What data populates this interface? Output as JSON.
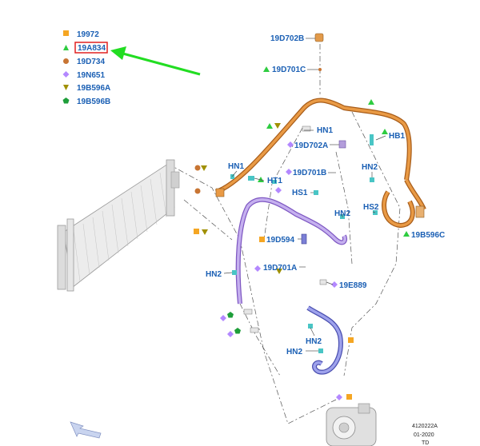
{
  "legend": [
    {
      "code": "19972",
      "shape": "square",
      "color": "#f5a623"
    },
    {
      "code": "19A834",
      "shape": "triangle",
      "color": "#2ecc40",
      "highlighted": true
    },
    {
      "code": "19D734",
      "shape": "circle",
      "color": "#c87533"
    },
    {
      "code": "19N651",
      "shape": "diamond",
      "color": "#b388ff"
    },
    {
      "code": "19B596A",
      "shape": "triangle-down",
      "color": "#a09000"
    },
    {
      "code": "19B596B",
      "shape": "pentagon",
      "color": "#1e9e3a"
    }
  ],
  "callouts": {
    "c19D702B": "19D702B",
    "c19D701C": "19D701C",
    "cHN1_top": "HN1",
    "cHB1": "HB1",
    "c19D702A": "19D702A",
    "cHN1_left": "HN1",
    "cHT1": "HT1",
    "c19D701B": "19D701B",
    "cHN2_right": "HN2",
    "cHS1": "HS1",
    "cHN2_mid": "HN2",
    "cHS2": "HS2",
    "c19B596C": "19B596C",
    "c19D594": "19D594",
    "c19D701A": "19D701A",
    "cHN2_left": "HN2",
    "c19E889": "19E889",
    "cHN2_low": "HN2",
    "cHN2_bottom": "HN2"
  },
  "footer": {
    "ref": "4120222A",
    "date": "01-2020",
    "tag": "TD"
  },
  "colors": {
    "label": "#1a5fb4",
    "highlight_box": "#e02020",
    "arrow": "#22dd22",
    "hose_orange": "#d9822b",
    "hose_purple": "#b39ddb",
    "hose_blue": "#7b7fd6",
    "condenser": "#d8d8d8"
  }
}
